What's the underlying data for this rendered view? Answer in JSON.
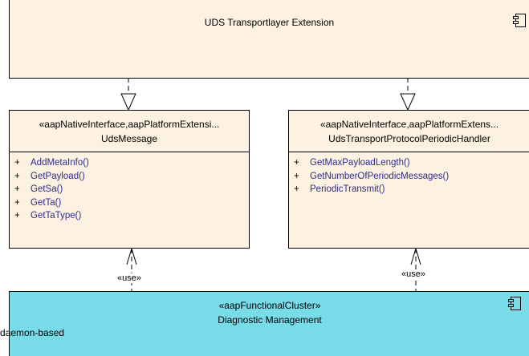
{
  "transport_ext": {
    "name": "UDS Transportlayer Extension",
    "icon": "component-icon"
  },
  "uds_message": {
    "stereotype": "«aapNativeInterface,aapPlatformExtensi...",
    "name": "UdsMessage",
    "operations": [
      {
        "visibility": "+",
        "name": "AddMetaInfo()"
      },
      {
        "visibility": "+",
        "name": "GetPayload()"
      },
      {
        "visibility": "+",
        "name": "GetSa()"
      },
      {
        "visibility": "+",
        "name": "GetTa()"
      },
      {
        "visibility": "+",
        "name": "GetTaType()"
      }
    ]
  },
  "periodic_handler": {
    "stereotype": "«aapNativeInterface,aapPlatformExtens...",
    "name": "UdsTransportProtocolPeriodicHandler",
    "operations": [
      {
        "visibility": "+",
        "name": "GetMaxPayloadLength()"
      },
      {
        "visibility": "+",
        "name": "GetNumberOfPeriodicMessages()"
      },
      {
        "visibility": "+",
        "name": "PeriodicTransmit()"
      }
    ]
  },
  "diag_mgmt": {
    "stereotype": "«aapFunctionalCluster»",
    "name": "Diagnostic Management",
    "attribute": "daemon-based",
    "icon": "component-icon"
  },
  "connectors": {
    "use_label_left": "«use»",
    "use_label_right": "«use»"
  },
  "colors": {
    "beige": "#fdf1e1",
    "cyan": "#78dbe8",
    "operation_text": "#2d2d8a"
  }
}
